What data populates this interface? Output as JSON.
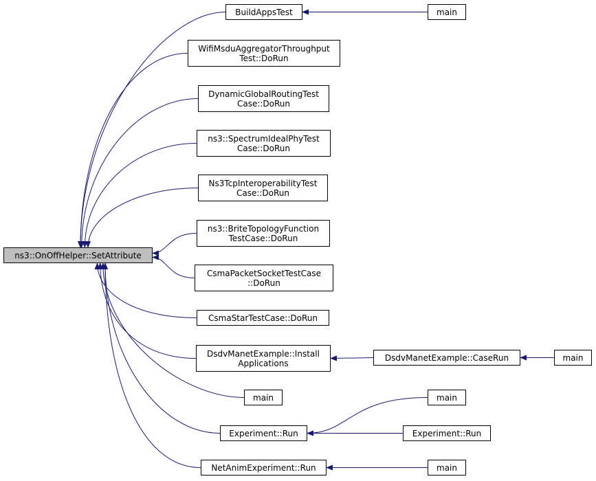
{
  "root": {
    "label": "ns3::OnOffHelper::SetAttribute"
  },
  "callers": [
    {
      "id": "buildapps",
      "label": "BuildAppsTest"
    },
    {
      "id": "wifimsdu",
      "label": "WifiMsduAggregatorThroughput\nTest::DoRun"
    },
    {
      "id": "dynglobal",
      "label": "DynamicGlobalRoutingTest\nCase::DoRun"
    },
    {
      "id": "spectrum",
      "label": "ns3::SpectrumIdealPhyTest\nCase::DoRun"
    },
    {
      "id": "ns3tcp",
      "label": "Ns3TcpInteroperabilityTest\nCase::DoRun"
    },
    {
      "id": "brite",
      "label": "ns3::BriteTopologyFunction\nTestCase::DoRun"
    },
    {
      "id": "csmapacket",
      "label": "CsmaPacketSocketTestCase\n::DoRun"
    },
    {
      "id": "csmastar",
      "label": "CsmaStarTestCase::DoRun"
    },
    {
      "id": "dsdvinstall",
      "label": "DsdvManetExample::Install\nApplications"
    },
    {
      "id": "main_direct",
      "label": "main"
    },
    {
      "id": "expRun",
      "label": "Experiment::Run"
    },
    {
      "id": "netanim",
      "label": "NetAnimExperiment::Run"
    }
  ],
  "second_level": [
    {
      "id": "main_build",
      "label": "main",
      "callee": "buildapps"
    },
    {
      "id": "dsdvcase",
      "label": "DsdvManetExample::CaseRun",
      "callee": "dsdvinstall"
    },
    {
      "id": "main_exp",
      "label": "main",
      "callee": "expRun"
    },
    {
      "id": "expRun2",
      "label": "Experiment::Run",
      "callee": "expRun"
    },
    {
      "id": "main_netanim",
      "label": "main",
      "callee": "netanim"
    }
  ],
  "third_level": [
    {
      "id": "main_dsdv",
      "label": "main",
      "callee": "dsdvcase"
    }
  ],
  "colors": {
    "edge": "#191970",
    "root_fill": "#bfbfbf",
    "node_border": "#000000"
  }
}
